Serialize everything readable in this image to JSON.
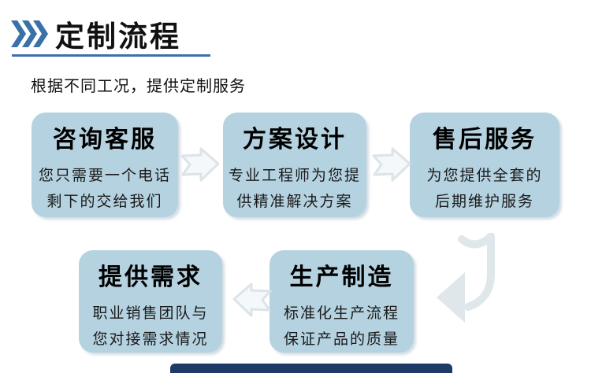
{
  "header": {
    "title": "定制流程",
    "subtitle": "根据不同工况，提供定制服务",
    "icon": "triple-chevron-right"
  },
  "steps": [
    {
      "title": "咨询客服",
      "line1": "您只需要一个电话",
      "line2": "剩下的交给我们"
    },
    {
      "title": "方案设计",
      "line1": "专业工程师为您提",
      "line2": "供精准解决方案"
    },
    {
      "title": "售后服务",
      "line1": "为您提供全套的",
      "line2": "后期维护服务"
    },
    {
      "title": "提供需求",
      "line1": "职业销售团队与",
      "line2": "您对接需求情况"
    },
    {
      "title": "生产制造",
      "line1": "标准化生产流程",
      "line2": "保证产品的质量"
    }
  ],
  "flow": {
    "arrows": [
      "right",
      "right",
      "down-then-left",
      "left"
    ]
  },
  "colors": {
    "accent_blue": "#3a71a8",
    "box_fill": "#b5d2e0",
    "arrow_fill": "#f5f8fa",
    "arrow_edge": "#dbe4e9",
    "bent_arrow": "#dfe7ea",
    "footer_bar": "#1f3a66",
    "text": "#111111"
  }
}
